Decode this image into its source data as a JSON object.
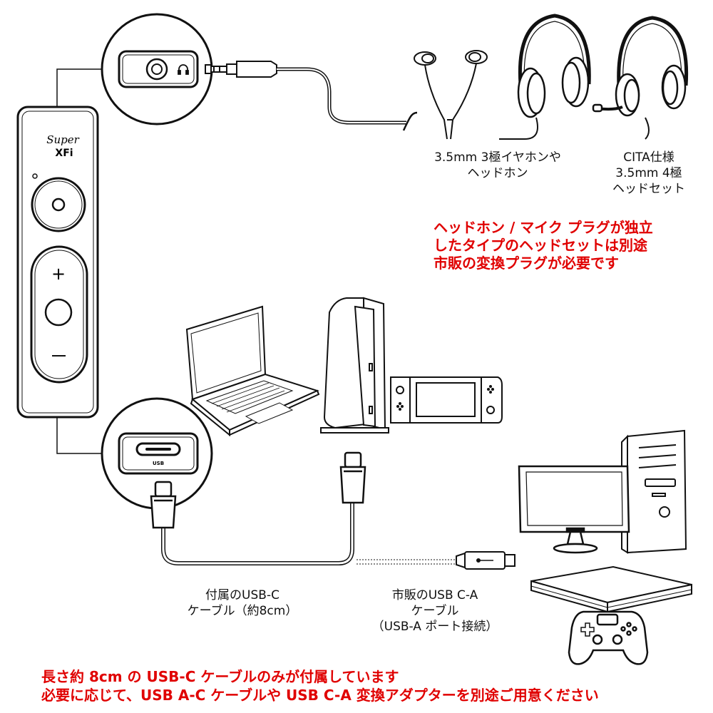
{
  "device": {
    "brand_line1": "Super",
    "brand_line2": "XFi",
    "usb_port_label": "USB"
  },
  "labels": {
    "trrs_3pole_line1": "3.5mm 3極イヤホンや",
    "trrs_3pole_line2": "ヘッドホン",
    "cita_line1": "CITA仕様",
    "cita_line2": "3.5mm 4極",
    "cita_line3": "ヘッドセット",
    "included_cable_line1": "付属のUSB-C",
    "included_cable_line2": "ケーブル（約8cm）",
    "retail_cable_line1": "市販のUSB C-A",
    "retail_cable_line2": "ケーブル",
    "retail_cable_line3": "（USB-A ポート接続）"
  },
  "notes": {
    "headset_line1": "ヘッドホン / マイク プラグが独立",
    "headset_line2": "したタイプのヘッドセットは別途",
    "headset_line3": "市販の変換プラグが必要です",
    "bottom_line1": "長さ約 8cm の USB-C ケーブルのみが付属しています",
    "bottom_line2": "必要に応じて、USB A-C ケーブルや USB C-A 変換アダプターを別途ご用意ください"
  },
  "colors": {
    "note_red": "#e00000",
    "line_black": "#111111"
  }
}
